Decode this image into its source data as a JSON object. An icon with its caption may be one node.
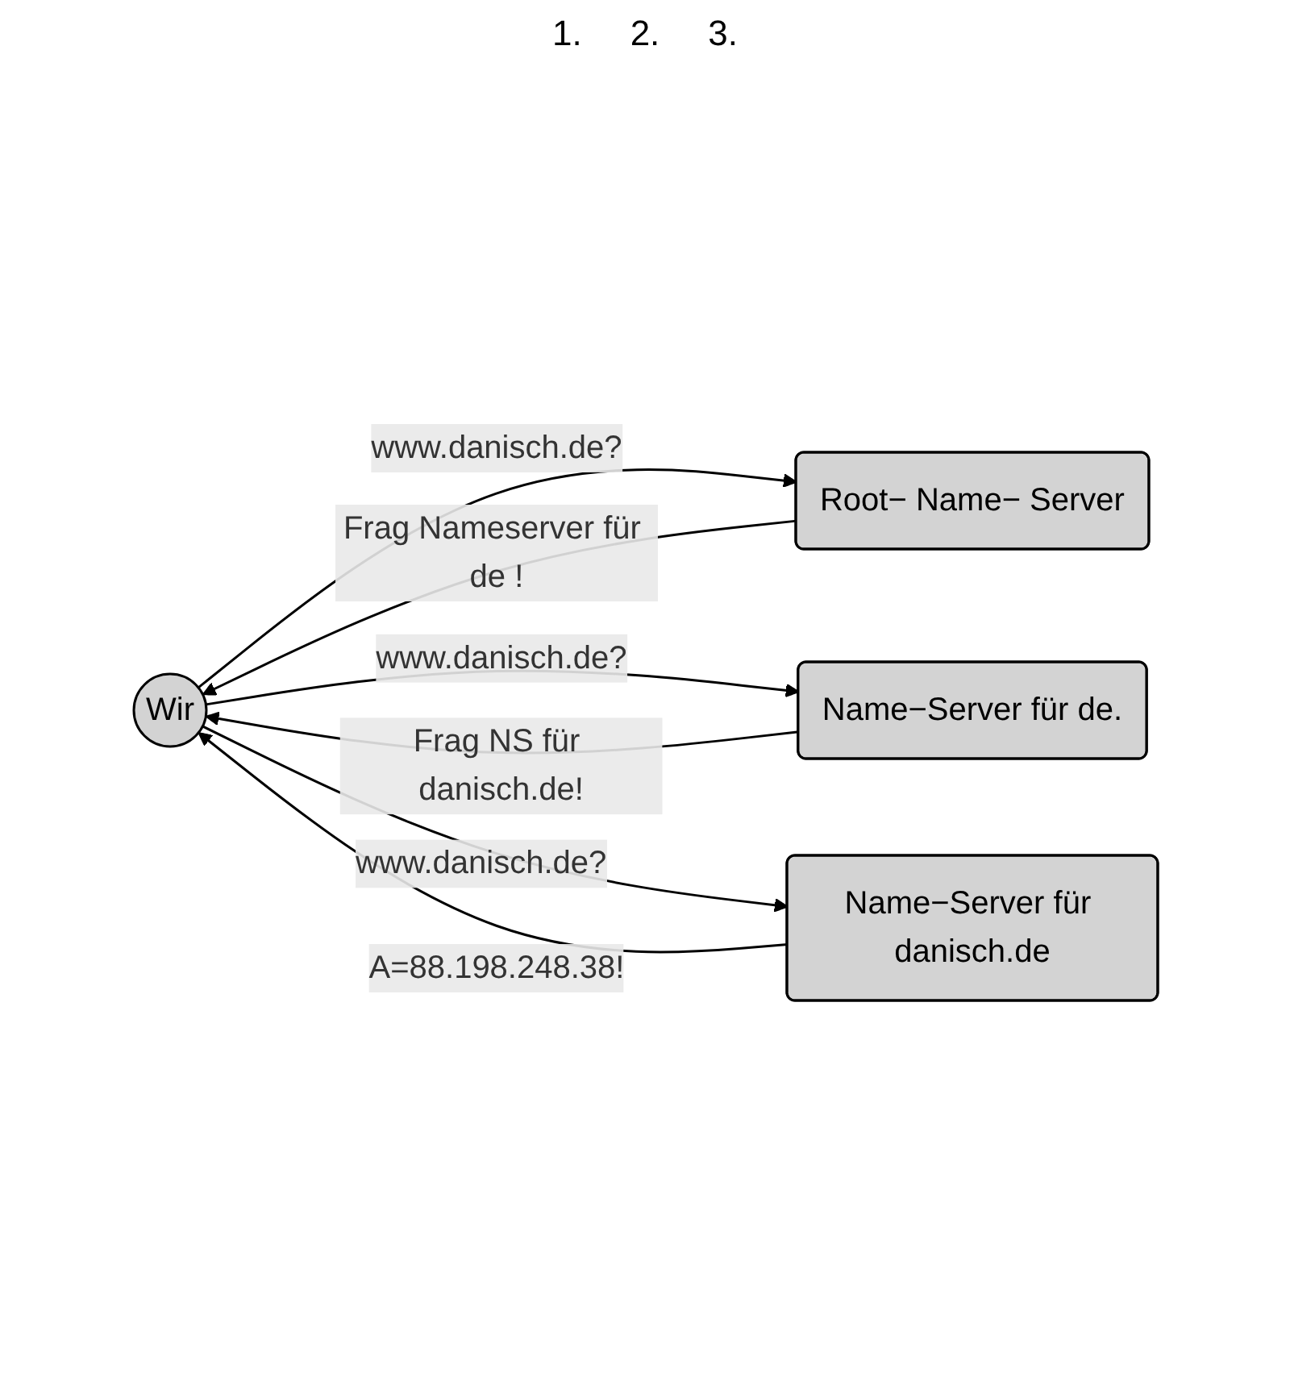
{
  "diagram": {
    "nodes": [
      {
        "text": [
          "Wir"
        ]
      },
      {
        "text": [
          "Root− Name− Server"
        ]
      },
      {
        "text": [
          "Name−Server für de."
        ]
      },
      {
        "text": [
          "Name−Server für danisch.de"
        ]
      }
    ],
    "edges": [
      {
        "from": 0,
        "to": 1,
        "arrow": "to",
        "label": "www.danisch.de?"
      },
      {
        "from": 1,
        "to": 0,
        "arrow": "to",
        "label": "Frag Nameserver für de !"
      },
      {
        "from": 0,
        "to": 2,
        "arrow": "to",
        "label": "www.danisch.de?"
      },
      {
        "from": 2,
        "to": 0,
        "arrow": "to",
        "label": "Frag NS für danisch.de!"
      },
      {
        "from": 0,
        "to": 3,
        "arrow": "to",
        "label": "www.danisch.de?"
      },
      {
        "from": 3,
        "to": 0,
        "arrow": "to",
        "label": "A=88.198.248.38!"
      }
    ],
    "labels": [
      "1.",
      "2.",
      "3."
    ]
  }
}
